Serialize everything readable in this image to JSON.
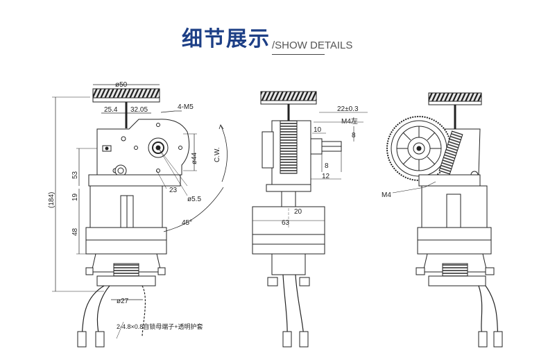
{
  "header": {
    "title_cn": "细节展示",
    "title_en": "/SHOW DETAILS"
  },
  "dimensions": {
    "fan_diameter": "ø50",
    "width_left": "25.4",
    "width_right": "32.05",
    "screw_spec": "4-M5",
    "bolt_circle": "ø44",
    "rotation": "C.W.",
    "total_height": "(184)",
    "height_53": "53",
    "height_19": "19",
    "height_48": "48",
    "hole_23": "23",
    "hole_55": "ø5.5",
    "angle": "45°",
    "base_diameter": "ø27",
    "side_22": "22±0.3",
    "side_m4": "M4左",
    "side_10": "10",
    "side_8a": "8",
    "side_8b": "8",
    "side_12": "12",
    "side_20": "20",
    "side_63": "63",
    "rear_m4": "M4"
  },
  "note": "2-4.8×0.8自锁母端子+透明护套"
}
